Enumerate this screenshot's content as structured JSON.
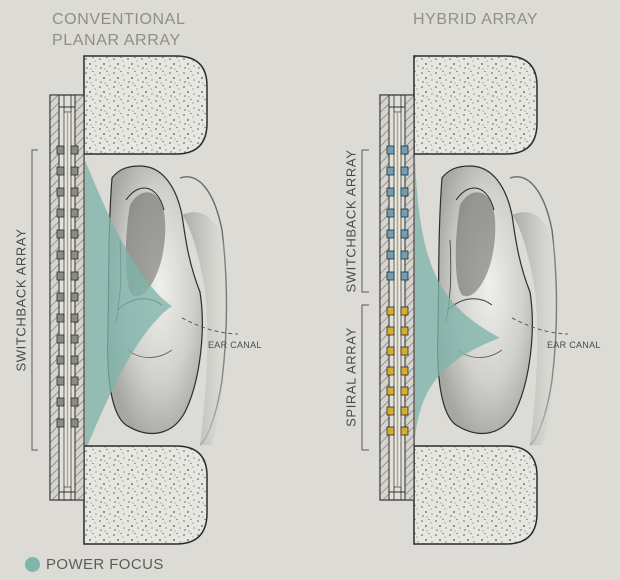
{
  "titles": {
    "left_line1": "CONVENTIONAL",
    "left_line2": "PLANAR ARRAY",
    "right": "HYBRID ARRAY"
  },
  "labels": {
    "left_array": "SWITCHBACK ARRAY",
    "left_ear_canal": "EAR CANAL",
    "right_switchback": "SWITCHBACK ARRAY",
    "right_spiral": "SPIRAL ARRAY",
    "right_ear_canal": "EAR CANAL"
  },
  "legend": {
    "label": "POWER FOCUS",
    "color": "#7fb5ab"
  },
  "colors": {
    "background": "#dcdbd5",
    "switchback_element": "#6f9eb9",
    "spiral_element": "#d8ad2c",
    "conventional_element": "#8a8a86",
    "focus": "#7fb5ab"
  }
}
